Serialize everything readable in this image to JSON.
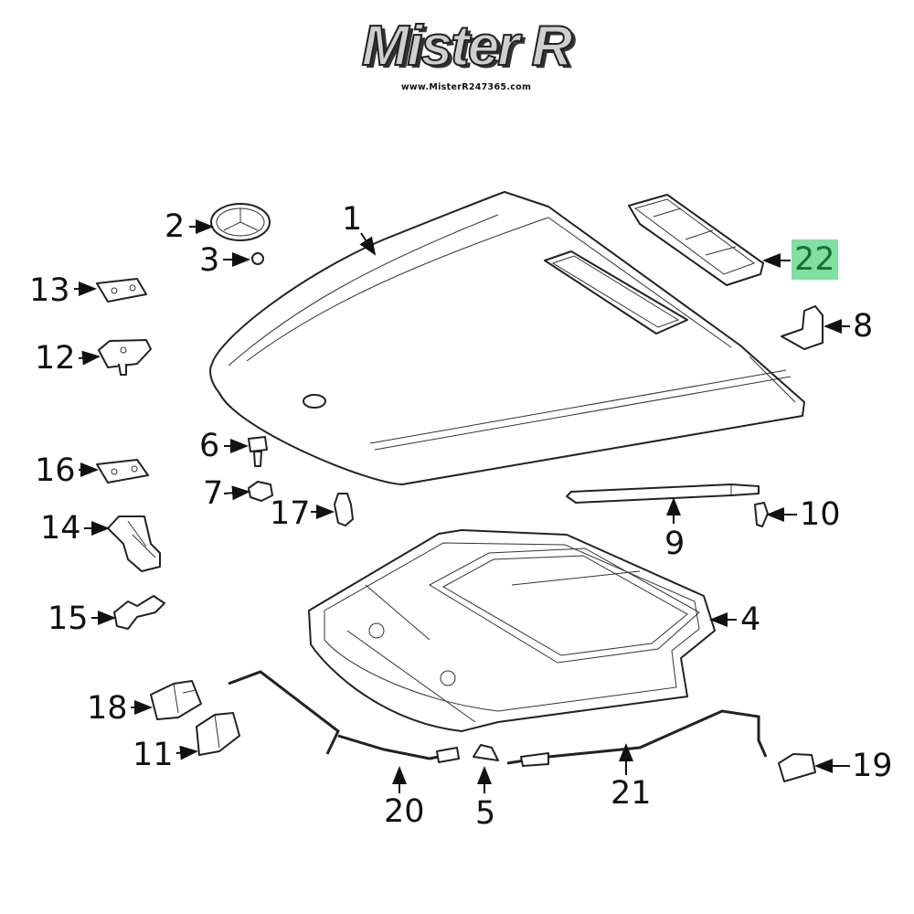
{
  "logo": {
    "brand": "Mister R",
    "url": "www.MisterR247365.com"
  },
  "highlight_color": "#7fe0a0",
  "callouts": [
    {
      "number": "1",
      "part": "hood"
    },
    {
      "number": "2",
      "part": "emblem"
    },
    {
      "number": "3",
      "part": "emblem-nut"
    },
    {
      "number": "4",
      "part": "hood-insulator"
    },
    {
      "number": "5",
      "part": "clip"
    },
    {
      "number": "6",
      "part": "bolt"
    },
    {
      "number": "7",
      "part": "nut"
    },
    {
      "number": "8",
      "part": "bracket"
    },
    {
      "number": "9",
      "part": "support-strut"
    },
    {
      "number": "10",
      "part": "ball-stud"
    },
    {
      "number": "11",
      "part": "latch"
    },
    {
      "number": "12",
      "part": "hinge-plate"
    },
    {
      "number": "13",
      "part": "shim"
    },
    {
      "number": "14",
      "part": "hinge"
    },
    {
      "number": "15",
      "part": "hinge-bracket"
    },
    {
      "number": "16",
      "part": "shim"
    },
    {
      "number": "17",
      "part": "bumper"
    },
    {
      "number": "18",
      "part": "latch"
    },
    {
      "number": "19",
      "part": "release-handle"
    },
    {
      "number": "20",
      "part": "release-cable"
    },
    {
      "number": "21",
      "part": "release-cable"
    },
    {
      "number": "22",
      "part": "air-vent-grille",
      "highlighted": true
    }
  ]
}
